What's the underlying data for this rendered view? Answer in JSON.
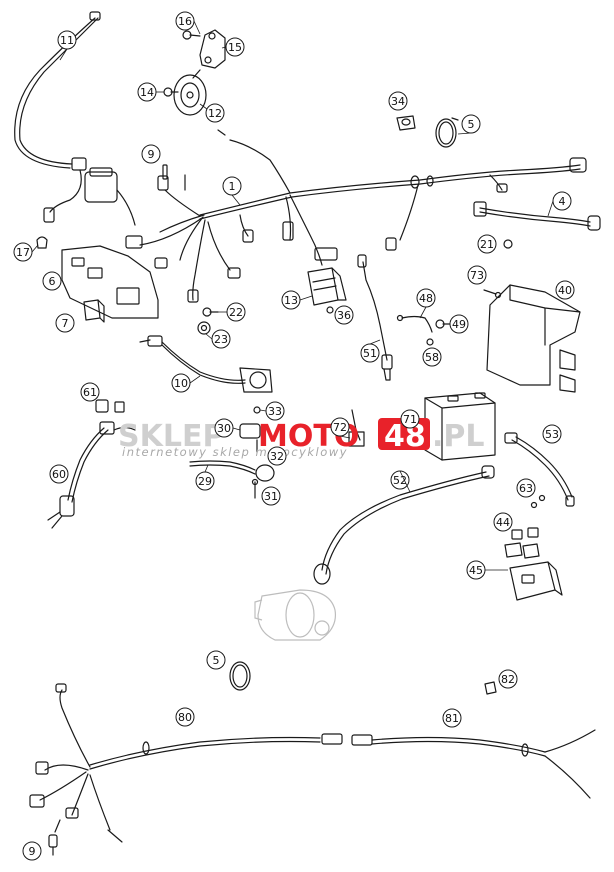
{
  "watermark": {
    "brand_left": "SKLEP",
    "brand_mid": "MOTO",
    "brand_num": "48",
    "brand_tld": ".PL",
    "tagline": "internetowy sklep motocyklowy",
    "colors": {
      "grey": "#cfcfcf",
      "red": "#e8222a",
      "dark": "#9a9a9a"
    }
  },
  "callouts": [
    "11",
    "16",
    "15",
    "14",
    "12",
    "34",
    "5",
    "9",
    "1",
    "4",
    "17",
    "6",
    "21",
    "73",
    "40",
    "7",
    "22",
    "13",
    "36",
    "48",
    "49",
    "23",
    "51",
    "58",
    "10",
    "61",
    "33",
    "71",
    "53",
    "60",
    "30",
    "72",
    "32",
    "29",
    "31",
    "52",
    "63",
    "44",
    "45",
    "5",
    "82",
    "80",
    "81",
    "9"
  ],
  "colors": {
    "line": "#1a1a1a",
    "faint": "#bdbdbd"
  }
}
